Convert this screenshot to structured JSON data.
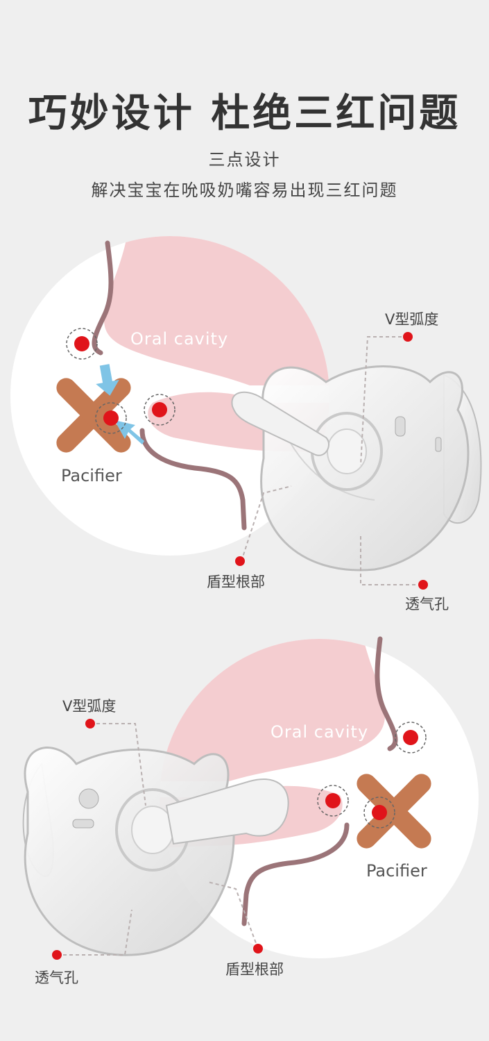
{
  "header": {
    "title": "巧妙设计 杜绝三红问题",
    "subtitle_line1": "三点设计",
    "subtitle_line2": "解决宝宝在吮吸奶嘴容易出现三红问题"
  },
  "diagram_top": {
    "cavity_label": "Oral cavity",
    "pacifier_label": "Pacifier",
    "callout_v_shape": "V型弧度",
    "callout_shield_base": "盾型根部",
    "callout_vent_hole": "透气孔"
  },
  "diagram_bottom": {
    "cavity_label": "Oral cavity",
    "pacifier_label": "Pacifier",
    "callout_v_shape": "V型弧度",
    "callout_shield_base": "盾型根部",
    "callout_vent_hole": "透气孔"
  },
  "colors": {
    "background": "#efefef",
    "circle": "#ffffff",
    "cavity_pink": "#f4cdd0",
    "lip_line": "#9b7478",
    "marker_red": "#e0141a",
    "cross_brown": "#c57a52",
    "arrow_blue": "#7fc4e6",
    "leader_line": "#b9b0b0",
    "title_text": "#333333"
  }
}
